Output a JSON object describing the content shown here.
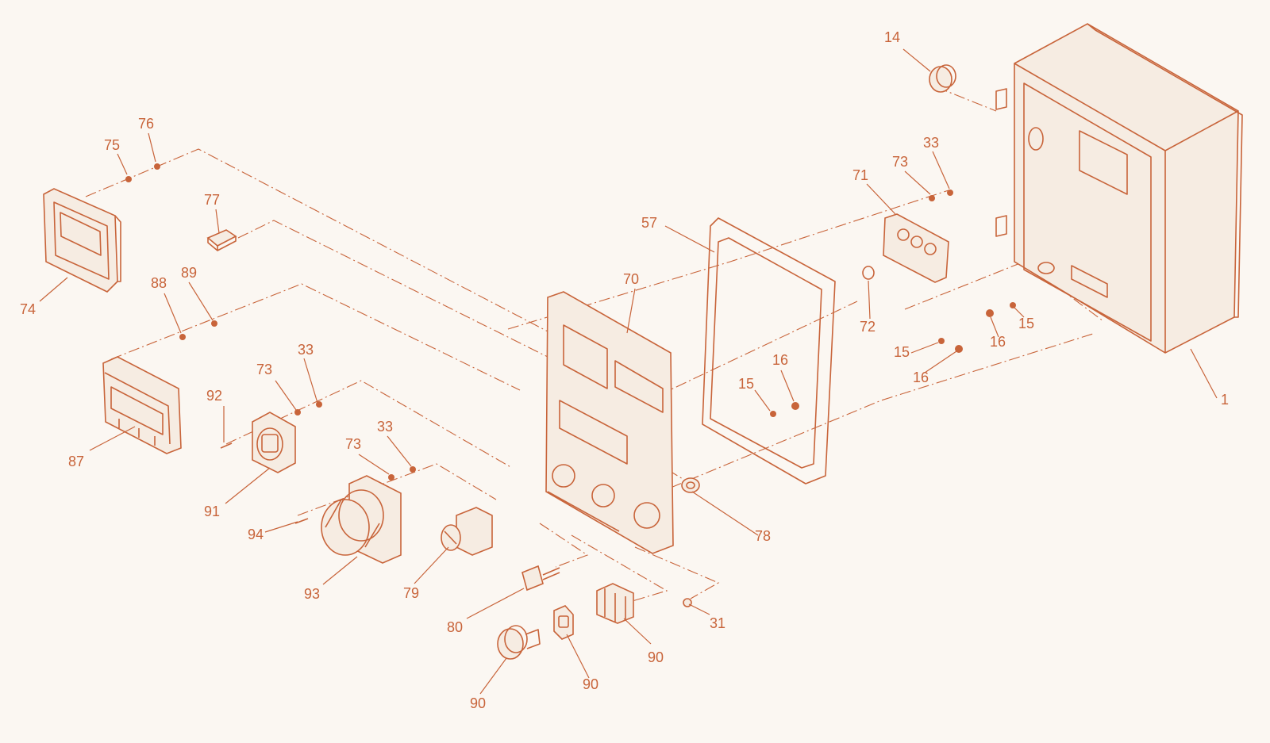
{
  "diagram": {
    "accent_color": "#c8643a",
    "background_color": "#fbf7f2",
    "callouts": [
      {
        "id": "c-14",
        "label": "14"
      },
      {
        "id": "c-76",
        "label": "76"
      },
      {
        "id": "c-75",
        "label": "75"
      },
      {
        "id": "c-33a",
        "label": "33"
      },
      {
        "id": "c-73a",
        "label": "73"
      },
      {
        "id": "c-71",
        "label": "71"
      },
      {
        "id": "c-77",
        "label": "77"
      },
      {
        "id": "c-57",
        "label": "57"
      },
      {
        "id": "c-74",
        "label": "74"
      },
      {
        "id": "c-70",
        "label": "70"
      },
      {
        "id": "c-88",
        "label": "88"
      },
      {
        "id": "c-89",
        "label": "89"
      },
      {
        "id": "c-72",
        "label": "72"
      },
      {
        "id": "c-16a",
        "label": "16"
      },
      {
        "id": "c-15a",
        "label": "15"
      },
      {
        "id": "c-15b",
        "label": "15"
      },
      {
        "id": "c-16b",
        "label": "16"
      },
      {
        "id": "c-33b",
        "label": "33"
      },
      {
        "id": "c-73b",
        "label": "73"
      },
      {
        "id": "c-16c",
        "label": "16"
      },
      {
        "id": "c-15c",
        "label": "15"
      },
      {
        "id": "c-1",
        "label": "1"
      },
      {
        "id": "c-92",
        "label": "92"
      },
      {
        "id": "c-87",
        "label": "87"
      },
      {
        "id": "c-33c",
        "label": "33"
      },
      {
        "id": "c-73c",
        "label": "73"
      },
      {
        "id": "c-91",
        "label": "91"
      },
      {
        "id": "c-78",
        "label": "78"
      },
      {
        "id": "c-94",
        "label": "94"
      },
      {
        "id": "c-93",
        "label": "93"
      },
      {
        "id": "c-79",
        "label": "79"
      },
      {
        "id": "c-80",
        "label": "80"
      },
      {
        "id": "c-31",
        "label": "31"
      },
      {
        "id": "c-90a",
        "label": "90"
      },
      {
        "id": "c-90b",
        "label": "90"
      },
      {
        "id": "c-90c",
        "label": "90"
      }
    ]
  }
}
